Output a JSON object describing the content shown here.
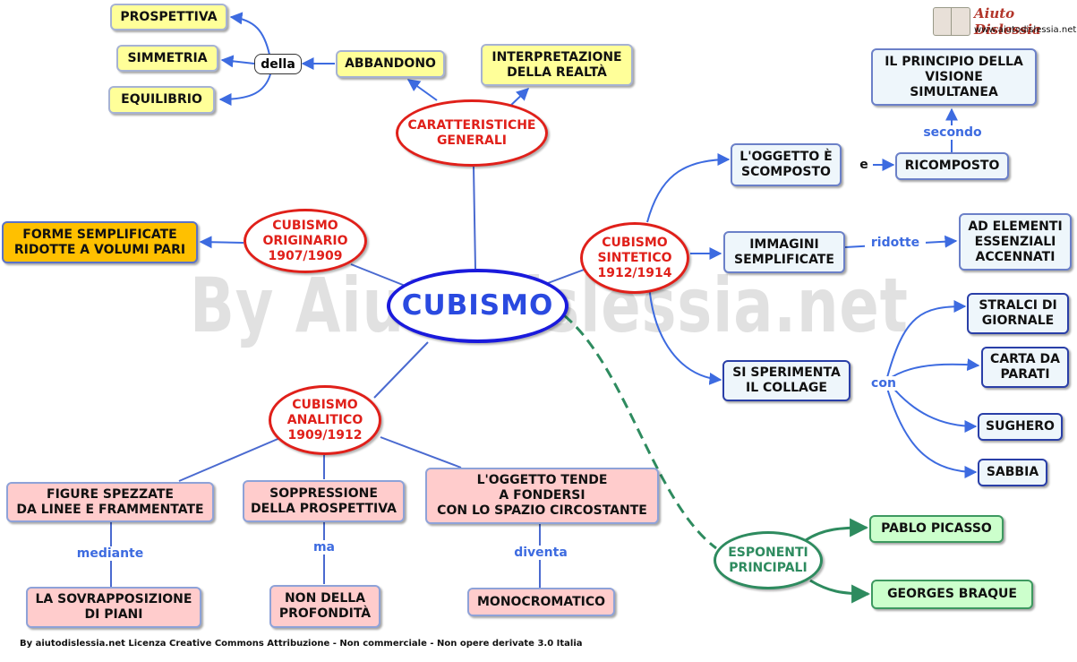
{
  "watermark": "By AiutoDislessia.net",
  "logo": {
    "title": "Aiuto Dislessia",
    "url": "www.aiutodislessia.net"
  },
  "footer": "By aiutodislessia.net Licenza Creative Commons Attribuzione - Non commerciale - Non opere derivate 3.0 Italia",
  "center": "CUBISMO",
  "caratteristiche": {
    "title": "CARATTERISTICHE\nGENERALI",
    "abbandono": "ABBANDONO",
    "della": "della",
    "prospettiva": "PROSPETTIVA",
    "simmetria": "SIMMETRIA",
    "equilibrio": "EQUILIBRIO",
    "interpretazione": "INTERPRETAZIONE\nDELLA REALTÀ"
  },
  "originario": {
    "title": "CUBISMO\nORIGINARIO\n1907/1909",
    "forme": "FORME SEMPLIFICATE\nRIDOTTE A VOLUMI PARI"
  },
  "analitico": {
    "title": "CUBISMO\nANALITICO\n1909/1912",
    "figure": "FIGURE SPEZZATE\nDA LINEE E FRAMMENTATE",
    "mediante": "mediante",
    "sovrapposizione": "LA SOVRAPPOSIZIONE\nDI PIANI",
    "soppressione": "SOPPRESSIONE\nDELLA PROSPETTIVA",
    "ma": "ma",
    "non_profondita": "NON DELLA\nPROFONDITÀ",
    "oggetto_tende": "L'OGGETTO TENDE\nA FONDERSI\nCON LO SPAZIO CIRCOSTANTE",
    "diventa": "diventa",
    "monocromatico": "MONOCROMATICO"
  },
  "sintetico": {
    "title": "CUBISMO\nSINTETICO\n1912/1914",
    "scomposto": "L'OGGETTO È\nSCOMPOSTO",
    "e": "e",
    "ricomposto": "RICOMPOSTO",
    "secondo": "secondo",
    "principio": "IL PRINCIPIO DELLA\nVISIONE\nSIMULTANEA",
    "immagini": "IMMAGINI\nSEMPLIFICATE",
    "ridotte": "ridotte",
    "elementi": "AD ELEMENTI\nESSENZIALI\nACCENNATI",
    "collage": "SI SPERIMENTA\nIL COLLAGE",
    "con": "con",
    "stralci": "STRALCI DI\nGIORNALE",
    "carta": "CARTA DA\nPARATI",
    "sughero": "SUGHERO",
    "sabbia": "SABBIA"
  },
  "esponenti": {
    "title": "ESPONENTI\nPRINCIPALI",
    "picasso": "PABLO PICASSO",
    "braque": "GEORGES  BRAQUE"
  },
  "colors": {
    "link_blue": "#3d6be0",
    "central_line": "#4a6ad0",
    "red": "#e0201a",
    "green": "#2e8b5f"
  }
}
